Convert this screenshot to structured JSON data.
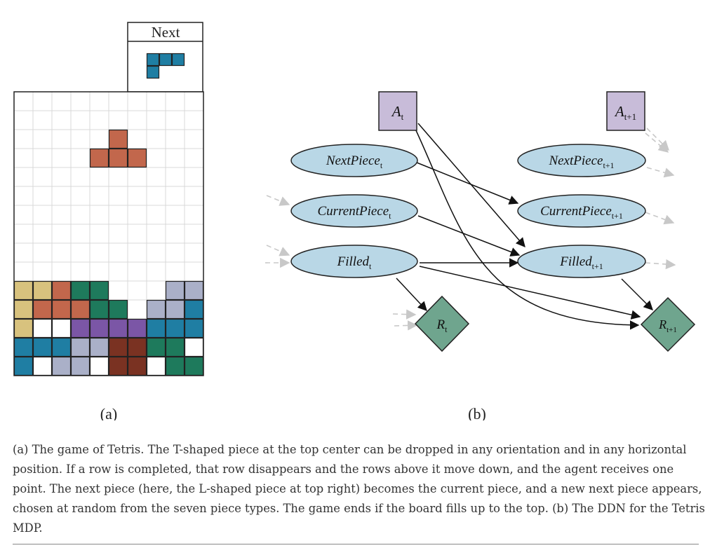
{
  "figure": {
    "tetris": {
      "next_label": "Next",
      "cols": 10,
      "rows": 15,
      "colors": {
        "Y": "#d8c27e",
        "O": "#c2674c",
        "G": "#1e7a5c",
        "L": "#aab0c8",
        "B": "#1f7ea3",
        "P": "#7b56a6",
        "R": "#7a3222",
        "W": "#ffffff"
      },
      "falling_piece": [
        [
          5,
          2
        ],
        [
          4,
          3
        ],
        [
          5,
          3
        ],
        [
          6,
          3
        ]
      ],
      "next_piece": [
        [
          0,
          0
        ],
        [
          1,
          0
        ],
        [
          2,
          0
        ],
        [
          0,
          1
        ]
      ],
      "board_bottom_rows": [
        "YYOGG...LL",
        "YOOOGG.LLB",
        "YWWPPPPBBB",
        "BBBLLRRGGW",
        "BWLLWRRWGG"
      ]
    },
    "ddn": {
      "nodes": {
        "A_t": {
          "base": "A",
          "sub": "t"
        },
        "A_t1": {
          "base": "A",
          "sub": "t+1"
        },
        "NextPiece_t": {
          "base": "NextPiece",
          "sub": "t"
        },
        "NextPiece_t1": {
          "base": "NextPiece",
          "sub": "t+1"
        },
        "CurrentPiece_t": {
          "base": "CurrentPiece",
          "sub": "t"
        },
        "CurrentPiece_t1": {
          "base": "CurrentPiece",
          "sub": "t+1"
        },
        "Filled_t": {
          "base": "Filled",
          "sub": "t"
        },
        "Filled_t1": {
          "base": "Filled",
          "sub": "t+1"
        },
        "R_t": {
          "base": "R",
          "sub": "t"
        },
        "R_t1": {
          "base": "R",
          "sub": "t+1"
        }
      },
      "colors": {
        "action": "#c8bcd9",
        "chance": "#b9d7e6",
        "utility": "#6fa58e",
        "edge": "#111111",
        "faded_edge": "#c8c8c8"
      }
    },
    "label_a": "(a)",
    "label_b": "(b)"
  },
  "caption": "(a) The game of Tetris. The T-shaped piece at the top center can be dropped in any orientation and in any horizontal position. If a row is completed, that row disappears and the rows above it move down, and the agent receives one point. The next piece (here, the L-shaped piece at top right) becomes the current piece, and a new next piece appears, chosen at random from the seven piece types. The game ends if the board fills up to the top. (b) The DDN for the Tetris MDP."
}
